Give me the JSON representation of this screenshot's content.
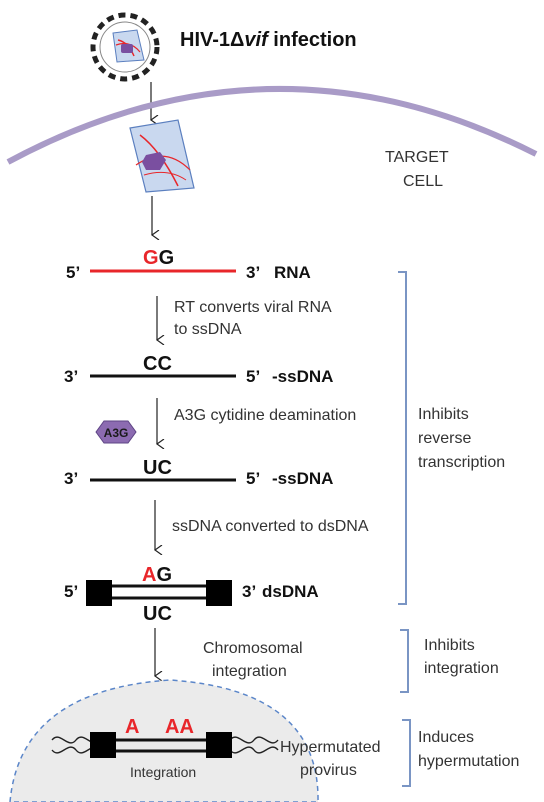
{
  "title": {
    "prefix": "HIV-1",
    "delta": "Δ",
    "vif": "vif",
    "suffix": " infection"
  },
  "target_cell": {
    "line1": "TARGET",
    "line2": "CELL"
  },
  "rna": {
    "left": "5’",
    "right": "3’",
    "type": "RNA",
    "base1": "G",
    "base2": "G"
  },
  "step1": {
    "line1": "RT converts viral RNA",
    "line2": "to ssDNA"
  },
  "ssdna1": {
    "left": "3’",
    "right": "5’",
    "type": "-ssDNA",
    "bases": "CC"
  },
  "a3g": {
    "label": "A3G"
  },
  "step2": {
    "text": "A3G cytidine deamination"
  },
  "ssdna2": {
    "left": "3’",
    "right": "5’",
    "type": "-ssDNA",
    "bases": "UC"
  },
  "step3": {
    "text": "ssDNA converted to dsDNA"
  },
  "dsdna": {
    "left": "5’",
    "right": "3’",
    "type": "dsDNA",
    "top1": "A",
    "top2": "G",
    "bottom": "UC"
  },
  "step4": {
    "line1": "Chromosomal",
    "line2": "integration"
  },
  "integration": {
    "mut1": "A",
    "mut2": "AA",
    "label": "Integration",
    "provirus1": "Hypermutated",
    "provirus2": "provirus"
  },
  "effects": {
    "rt": {
      "line1": "Inhibits",
      "line2": "reverse",
      "line3": "transcription"
    },
    "integ": {
      "line1": "Inhibits",
      "line2": "integration"
    },
    "hyper": {
      "line1": "Induces",
      "line2": "hypermutation"
    }
  },
  "colors": {
    "red": "#e8262a",
    "membrane": "#a99bc7",
    "bracket": "#7a95c4",
    "nucleus": "#ebebeb",
    "a3g": "#8c6bb1",
    "capsid": "#c9d8ef"
  }
}
